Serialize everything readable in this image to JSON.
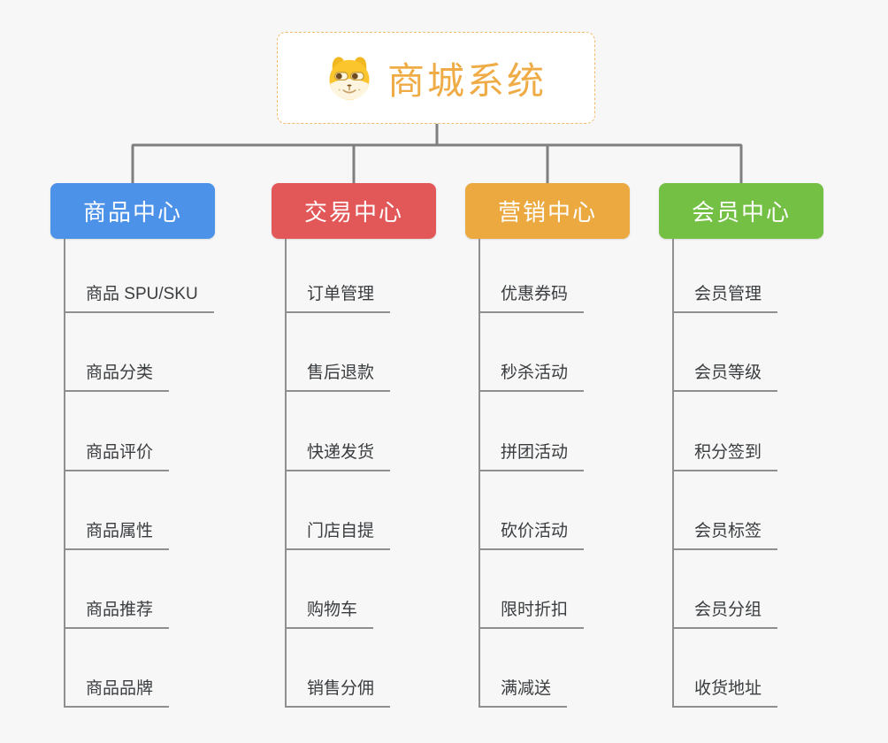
{
  "root": {
    "title": "商城系统",
    "icon": "doge-icon",
    "title_color": "#EFAC46",
    "border_color": "#F0BC6B"
  },
  "colors": {
    "connector_gray": "#7F7F7F",
    "subtopic_line_gray": "#8F8F8F",
    "background": "#F7F7F7"
  },
  "branches": [
    {
      "label": "商品中心",
      "color": "#4C92E9",
      "items": [
        "商品 SPU/SKU",
        "商品分类",
        "商品评价",
        "商品属性",
        "商品推荐",
        "商品品牌"
      ]
    },
    {
      "label": "交易中心",
      "color": "#E25858",
      "items": [
        "订单管理",
        "售后退款",
        "快递发货",
        "门店自提",
        "购物车",
        "销售分佣"
      ]
    },
    {
      "label": "营销中心",
      "color": "#EBA940",
      "items": [
        "优惠券码",
        "秒杀活动",
        "拼团活动",
        "砍价活动",
        "限时折扣",
        "满减送"
      ]
    },
    {
      "label": "会员中心",
      "color": "#74C044",
      "items": [
        "会员管理",
        "会员等级",
        "积分签到",
        "会员标签",
        "会员分组",
        "收货地址"
      ]
    }
  ]
}
